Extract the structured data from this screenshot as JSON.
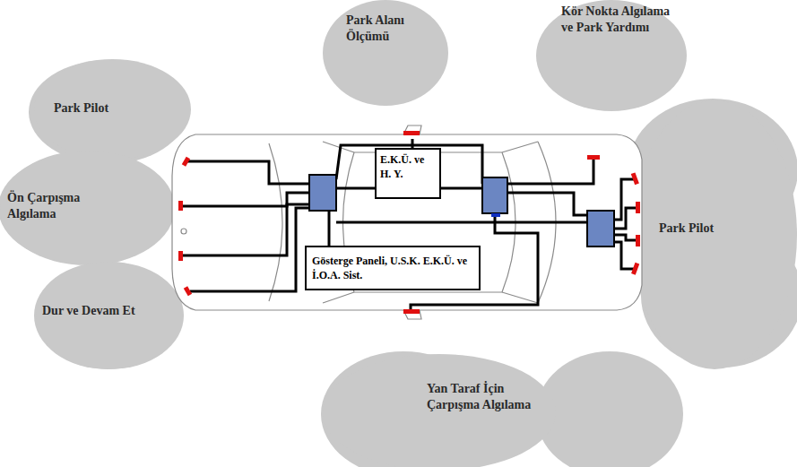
{
  "diagram": {
    "nodes": [
      {
        "text": [
          "Park Alanı Ölçümü"
        ]
      },
      {
        "text": [
          "Kör Nokta Algılama ve Park Yardımı"
        ]
      },
      {
        "text": [
          "Park Pilot"
        ]
      },
      {
        "text": [
          "E.K.Ü. ve H. Y."
        ]
      },
      {
        "text": [
          "Ön Çarpışma Algılama"
        ]
      },
      {
        "text": [
          "Park Pilot"
        ]
      },
      {
        "text": [
          "Gösterge Paneli, U.S.K. E.K.Ü. ve İ.O.A. Sist."
        ]
      },
      {
        "text": [
          "Dur ve Devam Et"
        ]
      },
      {
        "text": [
          "Yan Taraf İçin Çarpışma Algılama"
        ]
      }
    ]
  }
}
